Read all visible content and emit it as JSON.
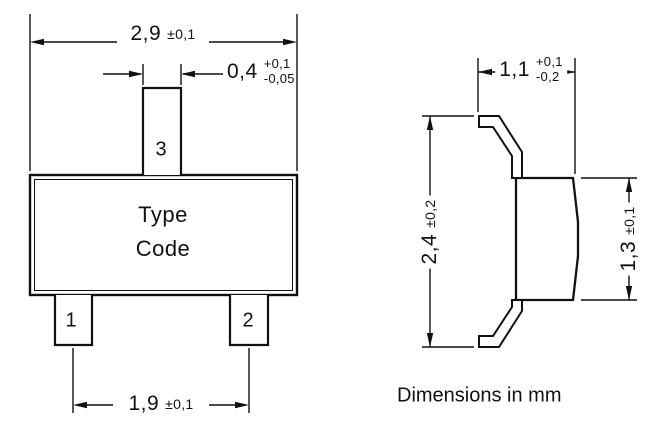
{
  "front": {
    "overall_width": {
      "value": "2,9",
      "tol": "±0,1"
    },
    "pin_width": {
      "value": "0,4",
      "tol_plus": "+0,1",
      "tol_minus": "-0,05"
    },
    "pin_pitch": {
      "value": "1,9",
      "tol": "±0,1"
    },
    "pin1_label": "1",
    "pin2_label": "2",
    "pin3_label": "3",
    "marking_line1": "Type",
    "marking_line2": "Code"
  },
  "side": {
    "thickness": {
      "value": "1,1",
      "tol_plus": "+0,1",
      "tol_minus": "-0,2"
    },
    "overall_height": {
      "value": "2,4",
      "tol": "±0,2"
    },
    "body_height": {
      "value": "1,3",
      "tol": "±0,1"
    }
  },
  "note": "Dimensions in mm",
  "colors": {
    "line": "#111111",
    "background": "#ffffff"
  }
}
